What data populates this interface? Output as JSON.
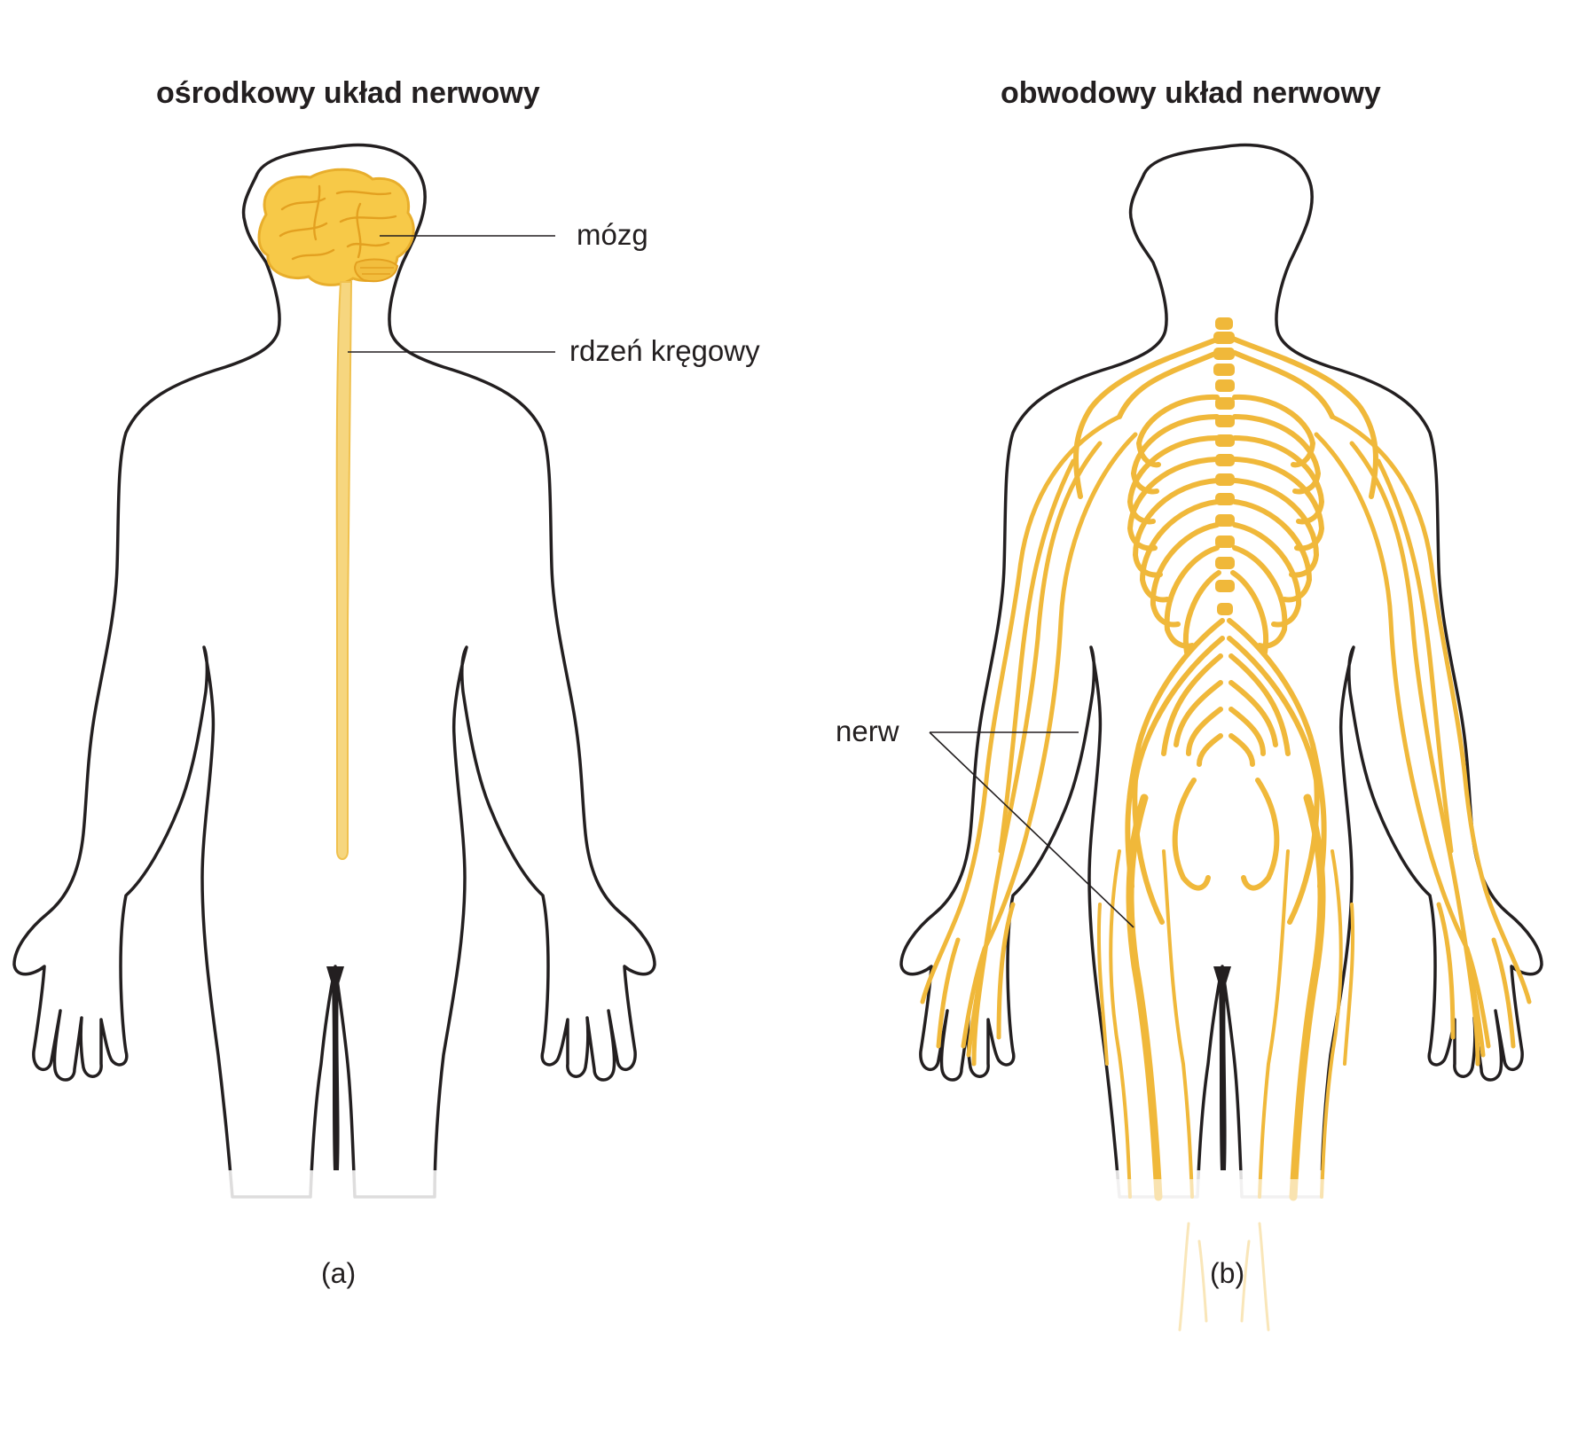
{
  "panels": [
    {
      "title": "ośrodkowy układ nerwowy",
      "caption": "(a)",
      "labels": {
        "brain": "mózg",
        "spinal_cord": "rdzeń kręgowy"
      }
    },
    {
      "title": "obwodowy układ nerwowy",
      "caption": "(b)",
      "labels": {
        "nerve": "nerw"
      }
    }
  ],
  "colors": {
    "nervous_tissue": "#f2c14e",
    "nervous_tissue_light": "#f6d67f",
    "brain_fill": "#f7c948",
    "outline": "#231f20",
    "background": "#ffffff"
  }
}
